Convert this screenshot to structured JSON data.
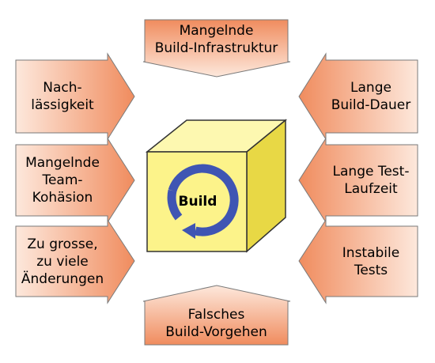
{
  "diagram": {
    "center": {
      "label": "Build"
    },
    "arrows": {
      "top": "Mangelnde\nBuild-Infrastruktur",
      "bottom": "Falsches\nBuild-Vorgehen",
      "left_1": "Nach-\nlässigkeit",
      "left_2": "Mangelnde\nTeam-\nKohäsion",
      "left_3": "Zu grosse,\nzu viele\nÄnderungen",
      "right_1": "Lange\nBuild-Dauer",
      "right_2": "Lange Test-\nLaufzeit",
      "right_3": "Instabile\nTests"
    },
    "colors": {
      "arrow_fill_light": "#fde8dc",
      "arrow_fill_dark": "#f08c5e",
      "arrow_stroke": "#7a7a7a",
      "cube_front": "#fcf38a",
      "cube_top": "#fdf8b0",
      "cube_side": "#e8d845",
      "cube_stroke": "#333333",
      "cycle_arrow": "#3f55b3"
    }
  }
}
